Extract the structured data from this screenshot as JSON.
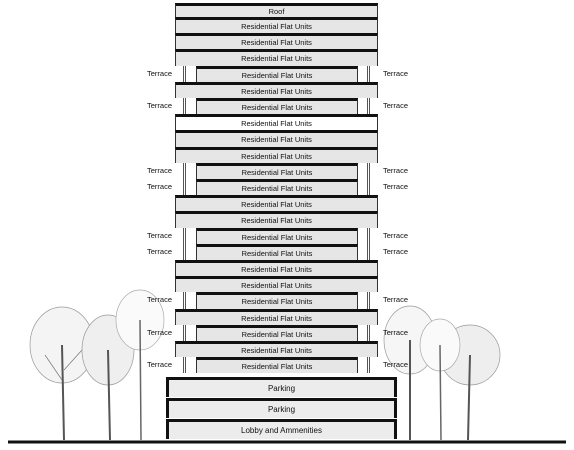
{
  "roof_label": "Roof",
  "unit_label": "Residential Flat Units",
  "terrace_label": "Terrace",
  "parking_label": "Parking",
  "lobby_label": "Lobby and Ammenities",
  "floors": [
    {
      "label": "Residential Flat Units",
      "terrace": false
    },
    {
      "label": "Residential Flat Units",
      "terrace": false
    },
    {
      "label": "Residential Flat Units",
      "terrace": false
    },
    {
      "label": "Residential Flat Units",
      "terrace": true
    },
    {
      "label": "Residential Flat Units",
      "terrace": false
    },
    {
      "label": "Residential Flat Units",
      "terrace": true
    },
    {
      "label": "Residential Flat Units",
      "terrace": false
    },
    {
      "label": "Residential Flat Units",
      "terrace": false
    },
    {
      "label": "Residential Flat Units",
      "terrace": false
    },
    {
      "label": "Residential Flat Units",
      "terrace": true
    },
    {
      "label": "Residential Flat Units",
      "terrace": true
    },
    {
      "label": "Residential Flat Units",
      "terrace": false
    },
    {
      "label": "Residential Flat Units",
      "terrace": false
    },
    {
      "label": "Residential Flat Units",
      "terrace": true
    },
    {
      "label": "Residential Flat Units",
      "terrace": true
    },
    {
      "label": "Residential Flat Units",
      "terrace": false
    },
    {
      "label": "Residential Flat Units",
      "terrace": false
    },
    {
      "label": "Residential Flat Units",
      "terrace": true
    },
    {
      "label": "Residential Flat Units",
      "terrace": false
    },
    {
      "label": "Residential Flat Units",
      "terrace": true
    },
    {
      "label": "Residential Flat Units",
      "terrace": false
    },
    {
      "label": "Residential Flat Units",
      "terrace": true
    }
  ],
  "base": [
    {
      "label": "Parking"
    },
    {
      "label": "Parking"
    },
    {
      "label": "Lobby and Ammenities"
    }
  ]
}
